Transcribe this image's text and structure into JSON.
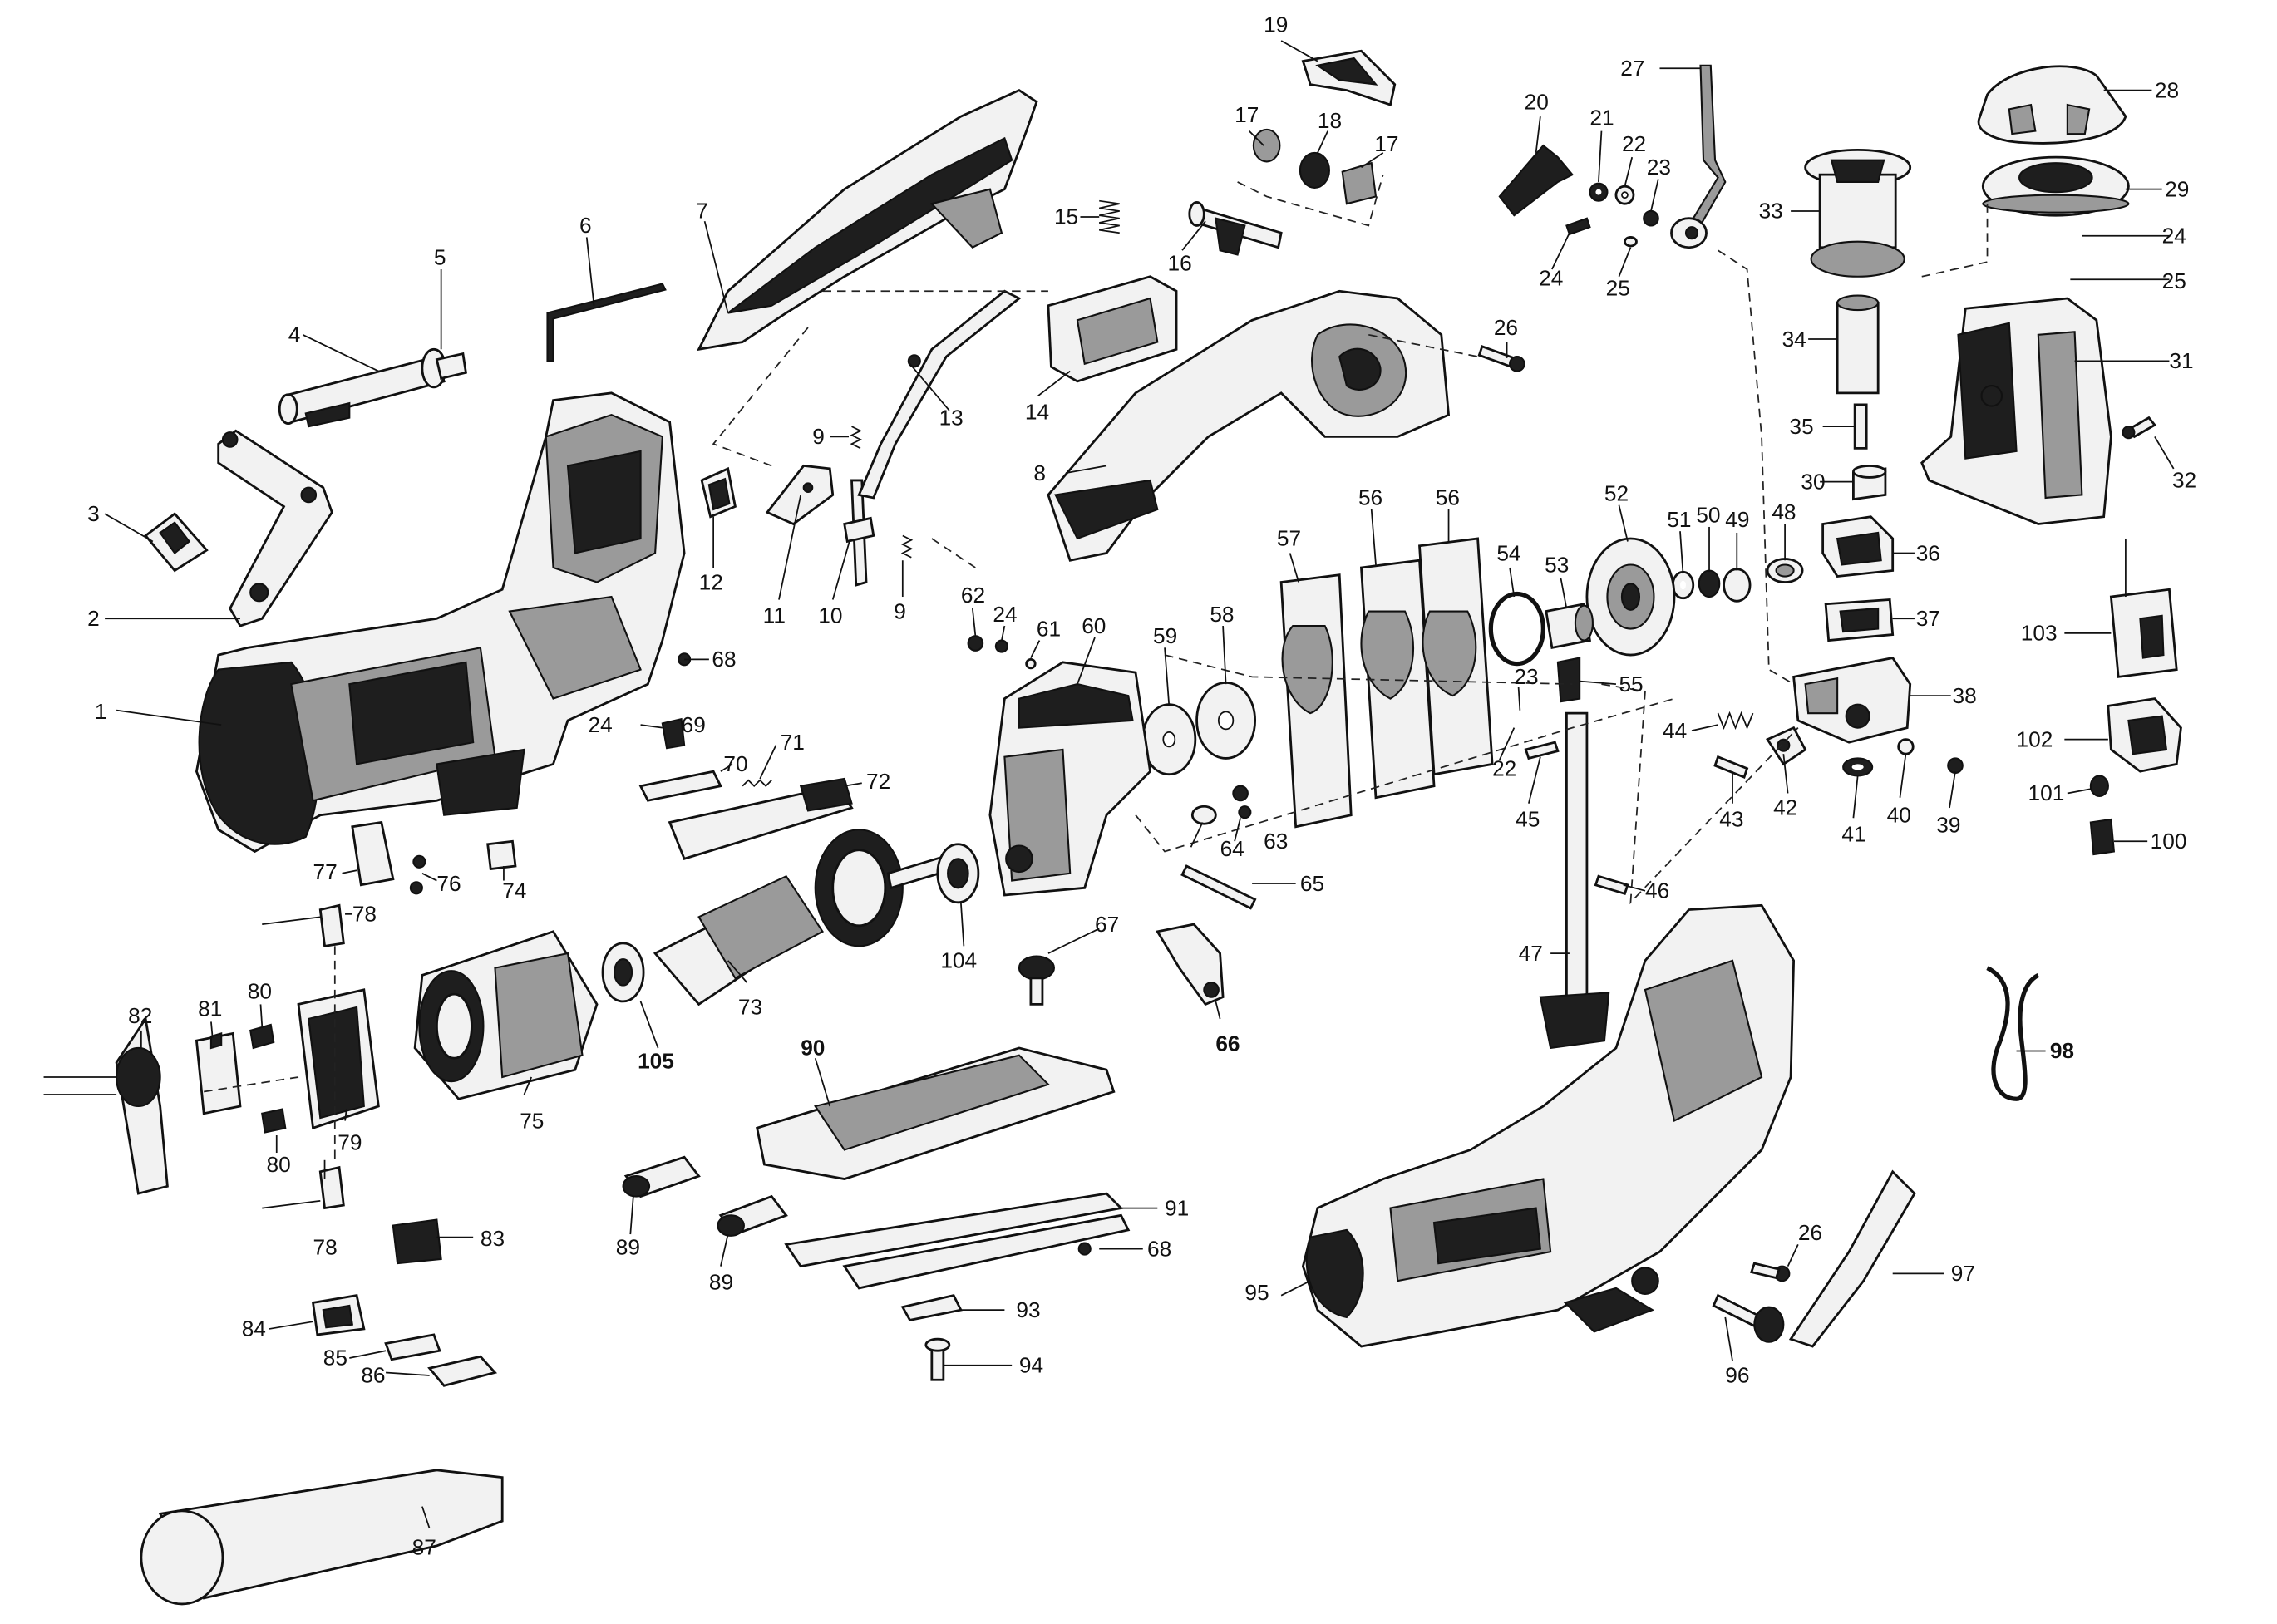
{
  "callouts": [
    {
      "id": "1",
      "label": "1"
    },
    {
      "id": "2",
      "label": "2"
    },
    {
      "id": "3",
      "label": "3"
    },
    {
      "id": "4",
      "label": "4"
    },
    {
      "id": "5",
      "label": "5"
    },
    {
      "id": "6",
      "label": "6"
    },
    {
      "id": "7",
      "label": "7"
    },
    {
      "id": "8",
      "label": "8"
    },
    {
      "id": "9a",
      "label": "9"
    },
    {
      "id": "9b",
      "label": "9"
    },
    {
      "id": "10",
      "label": "10"
    },
    {
      "id": "11",
      "label": "11"
    },
    {
      "id": "12",
      "label": "12"
    },
    {
      "id": "13",
      "label": "13"
    },
    {
      "id": "14",
      "label": "14"
    },
    {
      "id": "15",
      "label": "15"
    },
    {
      "id": "16",
      "label": "16"
    },
    {
      "id": "17a",
      "label": "17"
    },
    {
      "id": "17b",
      "label": "17"
    },
    {
      "id": "18",
      "label": "18"
    },
    {
      "id": "19",
      "label": "19"
    },
    {
      "id": "20",
      "label": "20"
    },
    {
      "id": "21",
      "label": "21"
    },
    {
      "id": "22a",
      "label": "22"
    },
    {
      "id": "22b",
      "label": "22"
    },
    {
      "id": "23a",
      "label": "23"
    },
    {
      "id": "23b",
      "label": "23"
    },
    {
      "id": "24a",
      "label": "24"
    },
    {
      "id": "24b",
      "label": "24"
    },
    {
      "id": "24c",
      "label": "24"
    },
    {
      "id": "24d",
      "label": "24"
    },
    {
      "id": "25a",
      "label": "25"
    },
    {
      "id": "25b",
      "label": "25"
    },
    {
      "id": "26a",
      "label": "26"
    },
    {
      "id": "26b",
      "label": "26"
    },
    {
      "id": "27",
      "label": "27"
    },
    {
      "id": "28",
      "label": "28"
    },
    {
      "id": "29",
      "label": "29"
    },
    {
      "id": "30",
      "label": "30"
    },
    {
      "id": "31",
      "label": "31"
    },
    {
      "id": "32",
      "label": "32"
    },
    {
      "id": "33",
      "label": "33"
    },
    {
      "id": "34",
      "label": "34"
    },
    {
      "id": "35",
      "label": "35"
    },
    {
      "id": "36",
      "label": "36"
    },
    {
      "id": "37",
      "label": "37"
    },
    {
      "id": "38",
      "label": "38"
    },
    {
      "id": "39",
      "label": "39"
    },
    {
      "id": "40",
      "label": "40"
    },
    {
      "id": "41",
      "label": "41"
    },
    {
      "id": "42",
      "label": "42"
    },
    {
      "id": "43",
      "label": "43"
    },
    {
      "id": "44",
      "label": "44"
    },
    {
      "id": "45",
      "label": "45"
    },
    {
      "id": "46",
      "label": "46"
    },
    {
      "id": "47",
      "label": "47"
    },
    {
      "id": "48",
      "label": "48"
    },
    {
      "id": "49",
      "label": "49"
    },
    {
      "id": "50",
      "label": "50"
    },
    {
      "id": "51",
      "label": "51"
    },
    {
      "id": "52",
      "label": "52"
    },
    {
      "id": "53",
      "label": "53"
    },
    {
      "id": "54",
      "label": "54"
    },
    {
      "id": "55",
      "label": "55"
    },
    {
      "id": "56a",
      "label": "56"
    },
    {
      "id": "56b",
      "label": "56"
    },
    {
      "id": "57",
      "label": "57"
    },
    {
      "id": "58",
      "label": "58"
    },
    {
      "id": "59",
      "label": "59"
    },
    {
      "id": "60",
      "label": "60"
    },
    {
      "id": "61",
      "label": "61"
    },
    {
      "id": "62",
      "label": "62"
    },
    {
      "id": "63",
      "label": "63"
    },
    {
      "id": "64",
      "label": "64"
    },
    {
      "id": "65",
      "label": "65"
    },
    {
      "id": "66",
      "label": "66"
    },
    {
      "id": "67",
      "label": "67"
    },
    {
      "id": "68a",
      "label": "68"
    },
    {
      "id": "68b",
      "label": "68"
    },
    {
      "id": "69",
      "label": "69"
    },
    {
      "id": "70",
      "label": "70"
    },
    {
      "id": "71",
      "label": "71"
    },
    {
      "id": "72",
      "label": "72"
    },
    {
      "id": "73",
      "label": "73"
    },
    {
      "id": "74",
      "label": "74"
    },
    {
      "id": "75",
      "label": "75"
    },
    {
      "id": "76",
      "label": "76"
    },
    {
      "id": "77",
      "label": "77"
    },
    {
      "id": "78a",
      "label": "78"
    },
    {
      "id": "78b",
      "label": "78"
    },
    {
      "id": "79",
      "label": "79"
    },
    {
      "id": "80a",
      "label": "80"
    },
    {
      "id": "80b",
      "label": "80"
    },
    {
      "id": "81",
      "label": "81"
    },
    {
      "id": "82",
      "label": "82"
    },
    {
      "id": "83",
      "label": "83"
    },
    {
      "id": "84",
      "label": "84"
    },
    {
      "id": "85",
      "label": "85"
    },
    {
      "id": "86",
      "label": "86"
    },
    {
      "id": "87",
      "label": "87"
    },
    {
      "id": "89a",
      "label": "89"
    },
    {
      "id": "89b",
      "label": "89"
    },
    {
      "id": "90",
      "label": "90"
    },
    {
      "id": "91",
      "label": "91"
    },
    {
      "id": "93",
      "label": "93"
    },
    {
      "id": "94",
      "label": "94"
    },
    {
      "id": "95",
      "label": "95"
    },
    {
      "id": "96",
      "label": "96"
    },
    {
      "id": "97",
      "label": "97"
    },
    {
      "id": "98",
      "label": "98"
    },
    {
      "id": "100",
      "label": "100"
    },
    {
      "id": "101",
      "label": "101"
    },
    {
      "id": "102",
      "label": "102"
    },
    {
      "id": "103",
      "label": "103"
    },
    {
      "id": "104",
      "label": "104"
    },
    {
      "id": "105",
      "label": "105"
    }
  ]
}
